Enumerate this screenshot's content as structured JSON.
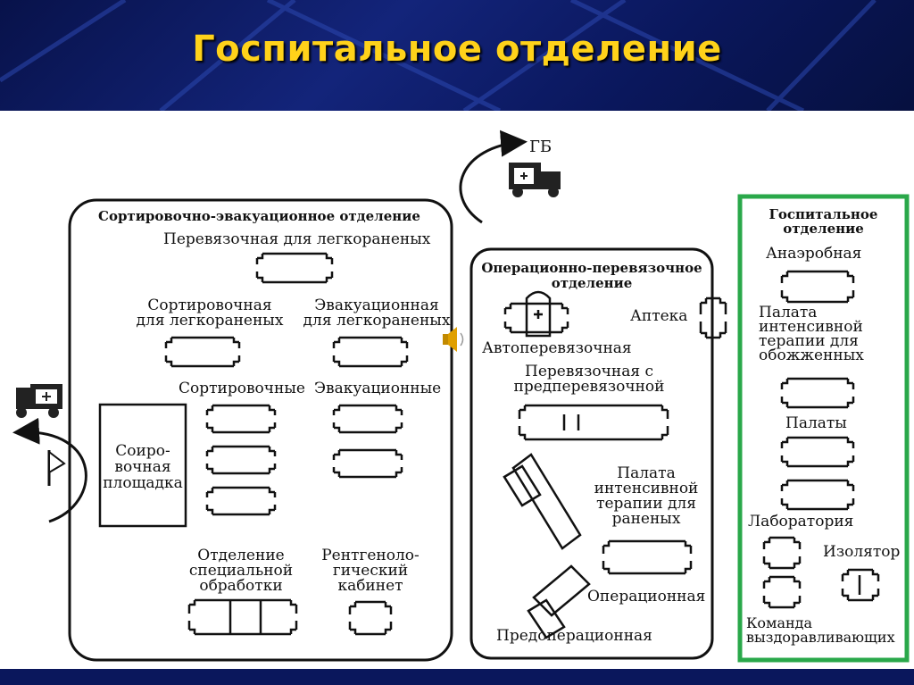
{
  "title": "Госпитальное отделение",
  "sorting": {
    "heading": "Сортировочно-эвакуационное отделение",
    "dressing_light": "Перевязочная для легкораненых",
    "sorting_light": [
      "Сортировочная",
      "для легкораненых"
    ],
    "evac_light": [
      "Эвакуационная",
      "для легкораненых"
    ],
    "sortirovochnye": "Сортировочные",
    "evakuacionnye": "Эвакуационные",
    "sorting_area": [
      "Соиро-",
      "вочная",
      "площадка"
    ],
    "special_treatment": [
      "Отделение",
      "специальной",
      "обработки"
    ],
    "xray": [
      "Рентгеноло-",
      "гический",
      "кабинет"
    ]
  },
  "operating": {
    "heading": [
      "Операционно-перевязочное",
      "отделение"
    ],
    "pharmacy": "Аптека",
    "auto_dressing": "Автоперевязочная",
    "dressing_pre": [
      "Перевязочная с",
      "предперевязочной"
    ],
    "icu_wounded": [
      "Палата",
      "интенсивной",
      "терапии для",
      "раненых"
    ],
    "operating_room": "Операционная",
    "pre_operating": "Предоперационная"
  },
  "hospital": {
    "heading": [
      "Госпитальное",
      "отделение"
    ],
    "anaerobic": "Анаэробная",
    "icu_burns": [
      "Палата",
      "интенсивной",
      "терапии для",
      "обожженных"
    ],
    "wards": "Палаты",
    "laboratory": "Лаборатория",
    "isolator": "Изолятор",
    "recovery_team": [
      "Команда",
      "выздоравливающих"
    ]
  },
  "gb_label": "ГБ",
  "colors": {
    "title": "#ffd21a",
    "hospital_border": "#2aa84a",
    "line": "#111111"
  }
}
